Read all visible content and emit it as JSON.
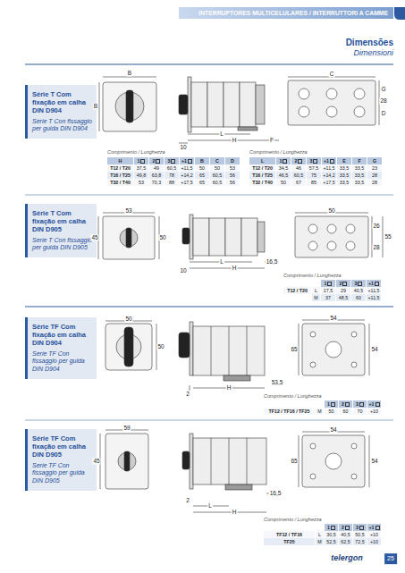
{
  "diagram": {
    "title": "Dimensões",
    "nodes": [
      {
        "text": [
          "INTERRUPTORES MULTICELULARES / INTERRUTTORI A CAMME"
        ]
      },
      {
        "text": [
          "Série T Com fixação em calha DIN D904",
          "Serie T Con fissaggio per guida DIN D904"
        ]
      },
      {
        "text": [
          "Série T Com fixação em calha DIN D905",
          "Serie T Con fissaggio per guida DIN D905"
        ]
      },
      {
        "text": [
          "Série TF Com fixação em calha DIN D904",
          "Serie TF Con fissaggio per guida DIN D904"
        ]
      },
      {
        "text": [
          "Série TF Com fixação em calha DIN D905",
          "Serie TF Con fissaggio per guida DIN D905"
        ]
      }
    ],
    "labels": [
      "Dimensioni",
      "B",
      "B",
      "L",
      "H",
      "F",
      "10",
      "C",
      "G",
      "28",
      "D",
      "Comprimento / Lunghezza",
      "H",
      "1",
      "2",
      "3",
      "+1",
      "B",
      "C",
      "D",
      "T12 / T20",
      "37,5",
      "49",
      "60,5",
      "+11,5",
      "50",
      "50",
      "53",
      "T16 / T25",
      "49,8",
      "63,8",
      "78",
      "+14,2",
      "65",
      "60,5",
      "56",
      "T32 / T40",
      "53",
      "70,3",
      "88",
      "+17,5",
      "65",
      "60,5",
      "56",
      "Comprimento / Lunghezza",
      "L",
      "1",
      "2",
      "3",
      "+1",
      "E",
      "F",
      "G",
      "T12 / T20",
      "34,5",
      "46",
      "57,5",
      "+11,5",
      "33,5",
      "33,5",
      "23",
      "T16 / T25",
      "46,5",
      "60,5",
      "75",
      "+14,2",
      "33,5",
      "33,5",
      "28",
      "T32 / T40",
      "50",
      "67",
      "85",
      "+17,5",
      "33,5",
      "33,5",
      "28",
      "53",
      "45",
      "50",
      "L",
      "H",
      "16,5",
      "10",
      "50",
      "26",
      "28",
      "55",
      "Comprimento / Lunghezza",
      "1",
      "2",
      "3",
      "+1",
      "T12 / T20",
      "L",
      "17,5",
      "29",
      "40,5",
      "+11,5",
      "M",
      "37",
      "48,5",
      "60",
      "+11,5",
      "50",
      "50",
      "2",
      "H",
      "53,5",
      "54",
      "65",
      "54",
      "Comprimento / Lunghezza",
      "1",
      "2",
      "3",
      "+1",
      "TF12 / TF16 / TF25",
      "M",
      "50",
      "60",
      "70",
      "+10",
      "59",
      "45",
      "2",
      "L",
      "H",
      "16,5",
      "54",
      "65",
      "54",
      "Comprimento / Lunghezza",
      "1",
      "2",
      "3",
      "+1",
      "TF12 / TF16",
      "L",
      "30,5",
      "40,5",
      "50,5",
      "+10",
      "TF25",
      "M",
      "52,5",
      "62,5",
      "72,5",
      "+10",
      "telergon",
      "25"
    ]
  }
}
